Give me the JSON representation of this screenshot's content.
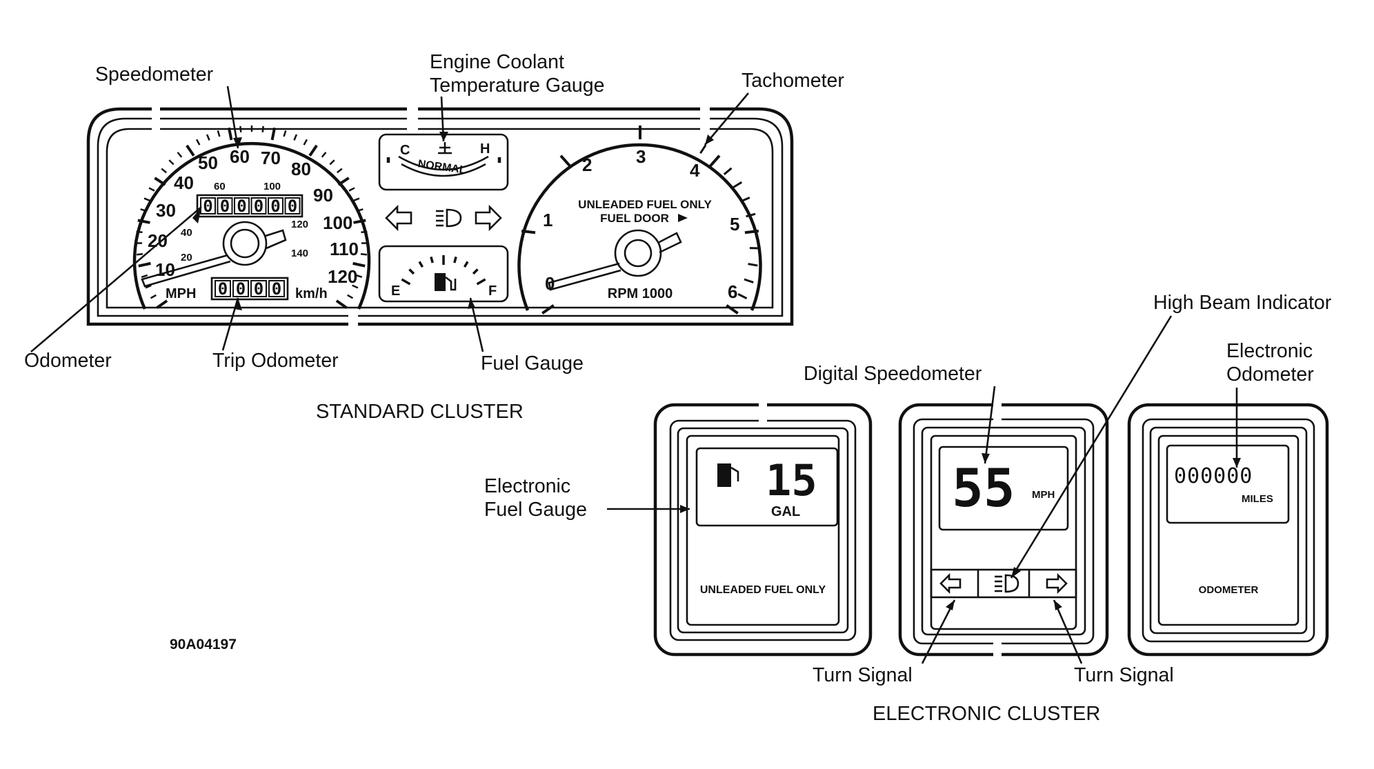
{
  "figure_code": "90A04197",
  "standard_cluster": {
    "caption": "STANDARD CLUSTER",
    "callouts": {
      "speedometer": "Speedometer",
      "coolant_line1": "Engine Coolant",
      "coolant_line2": "Temperature Gauge",
      "tachometer": "Tachometer",
      "odometer": "Odometer",
      "trip_odometer": "Trip Odometer",
      "fuel_gauge": "Fuel Gauge"
    },
    "speedometer": {
      "mph_ticks": [
        "10",
        "20",
        "30",
        "40",
        "50",
        "60",
        "70",
        "80",
        "90",
        "100",
        "110",
        "120"
      ],
      "kmh_ticks": [
        "20",
        "40",
        "60",
        "100",
        "120",
        "140"
      ],
      "odometer_digits": [
        "0",
        "0",
        "0",
        "0",
        "0",
        "0"
      ],
      "trip_digits": [
        "0",
        "0",
        "0",
        "0"
      ],
      "unit_mph": "MPH",
      "unit_kmh": "km/h"
    },
    "temp_gauge": {
      "cold": "C",
      "hot": "H",
      "normal": "NORMAL"
    },
    "fuel_gauge_dial": {
      "empty": "E",
      "full": "F"
    },
    "tachometer": {
      "ticks": [
        "0",
        "1",
        "2",
        "3",
        "4",
        "5",
        "6"
      ],
      "notice_line1": "UNLEADED FUEL ONLY",
      "notice_line2": "FUEL DOOR",
      "unit": "RPM 1000"
    }
  },
  "electronic_cluster": {
    "caption": "ELECTRONIC CLUSTER",
    "callouts": {
      "high_beam": "High Beam Indicator",
      "digital_speedometer": "Digital Speedometer",
      "electronic_odometer_line1": "Electronic",
      "electronic_odometer_line2": "Odometer",
      "electronic_fuel_line1": "Electronic",
      "electronic_fuel_line2": "Fuel Gauge",
      "turn_signal_left": "Turn Signal",
      "turn_signal_right": "Turn Signal"
    },
    "fuel_module": {
      "value": "15",
      "unit": "GAL",
      "label": "UNLEADED FUEL ONLY"
    },
    "speed_module": {
      "value": "55",
      "unit": "MPH"
    },
    "odometer_module": {
      "value": "000000",
      "unit": "MILES",
      "label": "ODOMETER"
    }
  }
}
